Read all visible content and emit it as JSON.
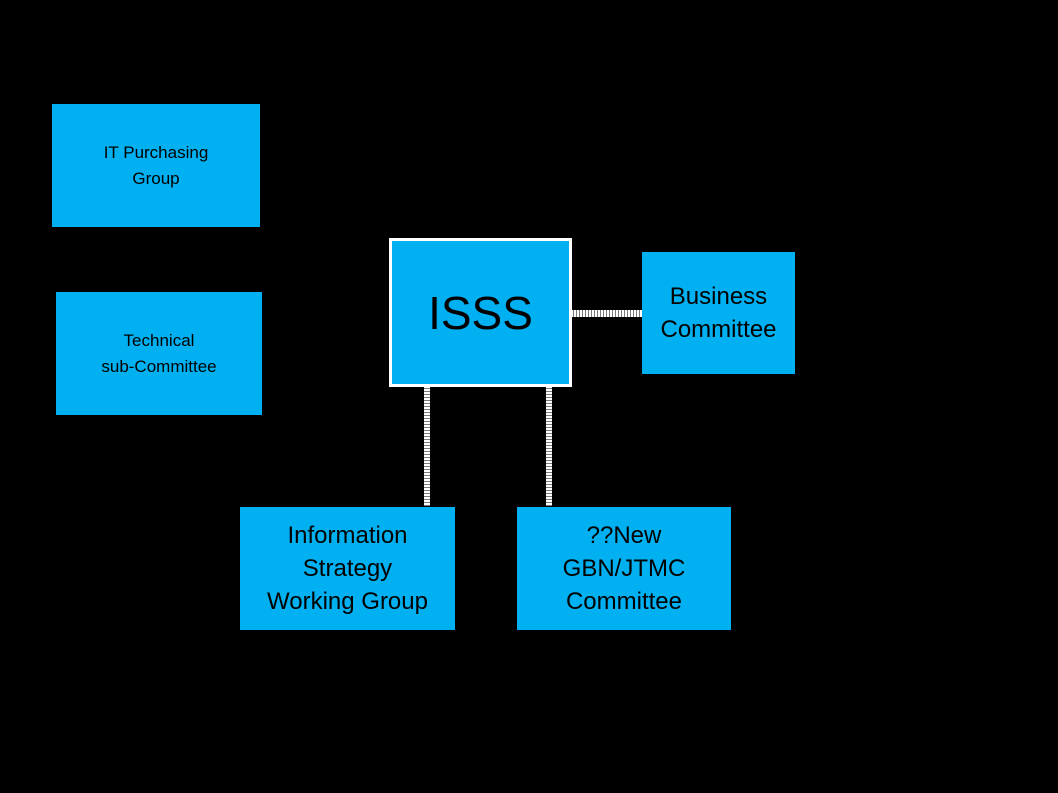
{
  "nodes": {
    "it_purchasing": "IT Purchasing\nGroup",
    "technical": "Technical\nsub-Committee",
    "isss": "ISSS",
    "business": "Business\nCommittee",
    "info_strategy": "Information\nStrategy\nWorking Group",
    "new_committee": "??New\nGBN/JTMC\nCommittee"
  },
  "colors": {
    "box_fill": "#00b0f0",
    "background": "#000000",
    "connector": "#ffffff"
  }
}
